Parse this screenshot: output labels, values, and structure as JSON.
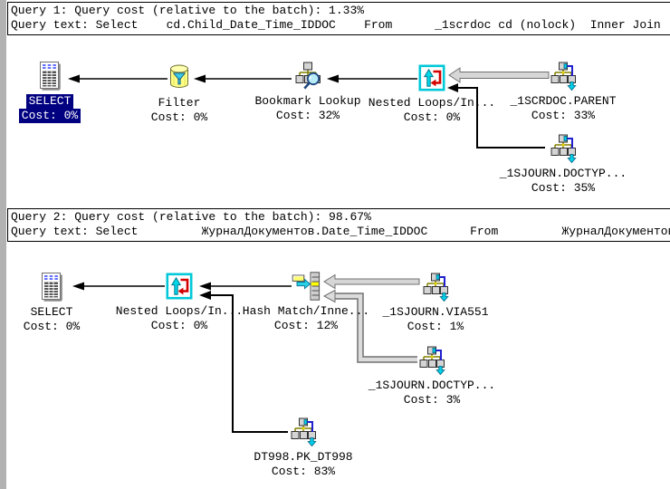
{
  "view": {
    "type": "execution-plan-panel",
    "colors": {
      "selection_bg": "#000080",
      "selection_fg": "#ffffff",
      "canvas_bg": "#ffffff",
      "gutter_gray": "#b2b2b2",
      "arrow_thin": "#000000",
      "arrow_thick_fill": "#d6d6d6",
      "arrow_thick_edge": "#707070"
    }
  },
  "queries": [
    {
      "cost_line": "Query 1: Query cost (relative to the batch): 1.33%",
      "text_line": "Query text: Select    cd.Child_Date_Time_IDDOC    From      _1scrdoc cd (nolock)  Inner Join",
      "nodes": [
        {
          "label": "SELECT",
          "cost": "Cost: 0%",
          "icon": "result-icon",
          "selected": true
        },
        {
          "label": "Filter",
          "cost": "Cost: 0%",
          "icon": "filter-icon",
          "selected": false
        },
        {
          "label": "Bookmark Lookup",
          "cost": "Cost: 32%",
          "icon": "bookmark-lookup-icon",
          "selected": false
        },
        {
          "label": "Nested Loops/In...",
          "cost": "Cost: 0%",
          "icon": "nested-loops-icon",
          "selected": false
        },
        {
          "label": "_1SCRDOC.PARENT",
          "cost": "Cost: 33%",
          "icon": "index-seek-icon",
          "selected": false
        },
        {
          "label": "_1SJOURN.DOCTYP...",
          "cost": "Cost: 35%",
          "icon": "index-seek-icon",
          "selected": false
        }
      ]
    },
    {
      "cost_line": "Query 2: Query cost (relative to the batch): 98.67%",
      "text_line": "Query text: Select         ЖурналДокументов.Date_Time_IDDOC      From         ЖурналДокументов",
      "nodes": [
        {
          "label": "SELECT",
          "cost": "Cost: 0%",
          "icon": "result-icon",
          "selected": false
        },
        {
          "label": "Nested Loops/In...",
          "cost": "Cost: 0%",
          "icon": "nested-loops-icon",
          "selected": false
        },
        {
          "label": "Hash Match/Inne...",
          "cost": "Cost: 12%",
          "icon": "hash-match-icon",
          "selected": false
        },
        {
          "label": "_1SJOURN.VIA551",
          "cost": "Cost: 1%",
          "icon": "index-seek-icon",
          "selected": false
        },
        {
          "label": "_1SJOURN.DOCTYP...",
          "cost": "Cost: 3%",
          "icon": "index-seek-icon",
          "selected": false
        },
        {
          "label": "DT998.PK_DT998",
          "cost": "Cost: 83%",
          "icon": "index-seek-icon",
          "selected": false
        }
      ]
    }
  ]
}
